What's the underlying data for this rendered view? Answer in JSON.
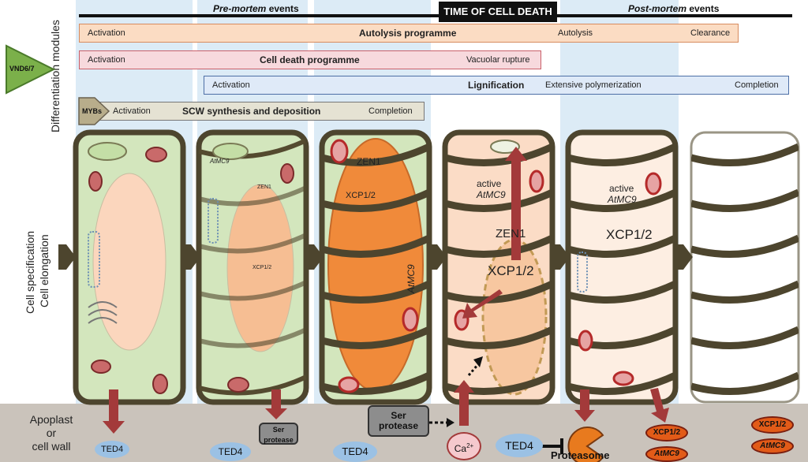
{
  "timeline": {
    "pre_mortem_italic": "Pre-mortem",
    "pre_mortem_rest": " events",
    "time_of_death": "TIME OF CELL DEATH",
    "post_mortem_italic": "Post-mortem",
    "post_mortem_rest": " events"
  },
  "side_labels": {
    "modules": "Differentiation modules",
    "spec_line1": "Cell specification",
    "spec_line2": "Cell elongation"
  },
  "regulators": {
    "vnd": "VND6/7",
    "myb": "MYBs"
  },
  "bars": {
    "autolysis": {
      "start": "Activation",
      "title": "Autolysis programme",
      "mid": "Autolysis",
      "end": "Clearance"
    },
    "celldeath": {
      "start": "Activation",
      "title": "Cell death programme",
      "end": "Vacuolar rupture"
    },
    "lignification": {
      "start": "Activation",
      "title": "Lignification",
      "mid": "Extensive polymerization",
      "end": "Completion"
    },
    "scw": {
      "start": "Activation",
      "title": "SCW synthesis and deposition",
      "end": "Completion"
    }
  },
  "cell_labels": {
    "c2_atmc9": "AtMC9",
    "c2_zen1": "ZEN1",
    "c2_xcp": "XCP1/2",
    "c3_zen1": "ZEN1",
    "c3_xcp": "XCP1/2",
    "c3_atmc9": "AtMC9",
    "c4_active": "active",
    "c4_atmc9": "AtMC9",
    "c4_zen1": "ZEN1",
    "c4_xcp": "XCP1/2",
    "c5_active": "active",
    "c5_atmc9": "AtMC9",
    "c5_xcp": "XCP1/2"
  },
  "wall": {
    "label_l1": "Apoplast",
    "label_l2": "or",
    "label_l3": "cell wall",
    "ted4_1": "TED4",
    "ted4_2": "TED4",
    "ted4_3": "TED4",
    "ted4_4": "TED4",
    "ser1_l1": "Ser",
    "ser1_l2": "protease",
    "ser2_l1": "Ser",
    "ser2_l2": "protease",
    "ca": "Ca",
    "ca_sup": "2+",
    "proteasome": "Proteasome",
    "xcp_a": "XCP1/2",
    "atmc9_a": "AtMC9",
    "xcp_b": "XCP1/2",
    "atmc9_b": "AtMC9"
  },
  "colors": {
    "cell_green": "#d3e6bd",
    "vacuole_orange": "#f2a56e",
    "dark_wall": "#4d452e",
    "arrow_red": "#a33a3a",
    "band_blue": "#dcebf6",
    "autolysis_bar": "#fbdcc3",
    "celldeath_bar": "#f7d9dd",
    "lignif_bar": "#dfeaf8",
    "scw_bar": "#e5e2d3",
    "vnd_green": "#7bb04a"
  }
}
